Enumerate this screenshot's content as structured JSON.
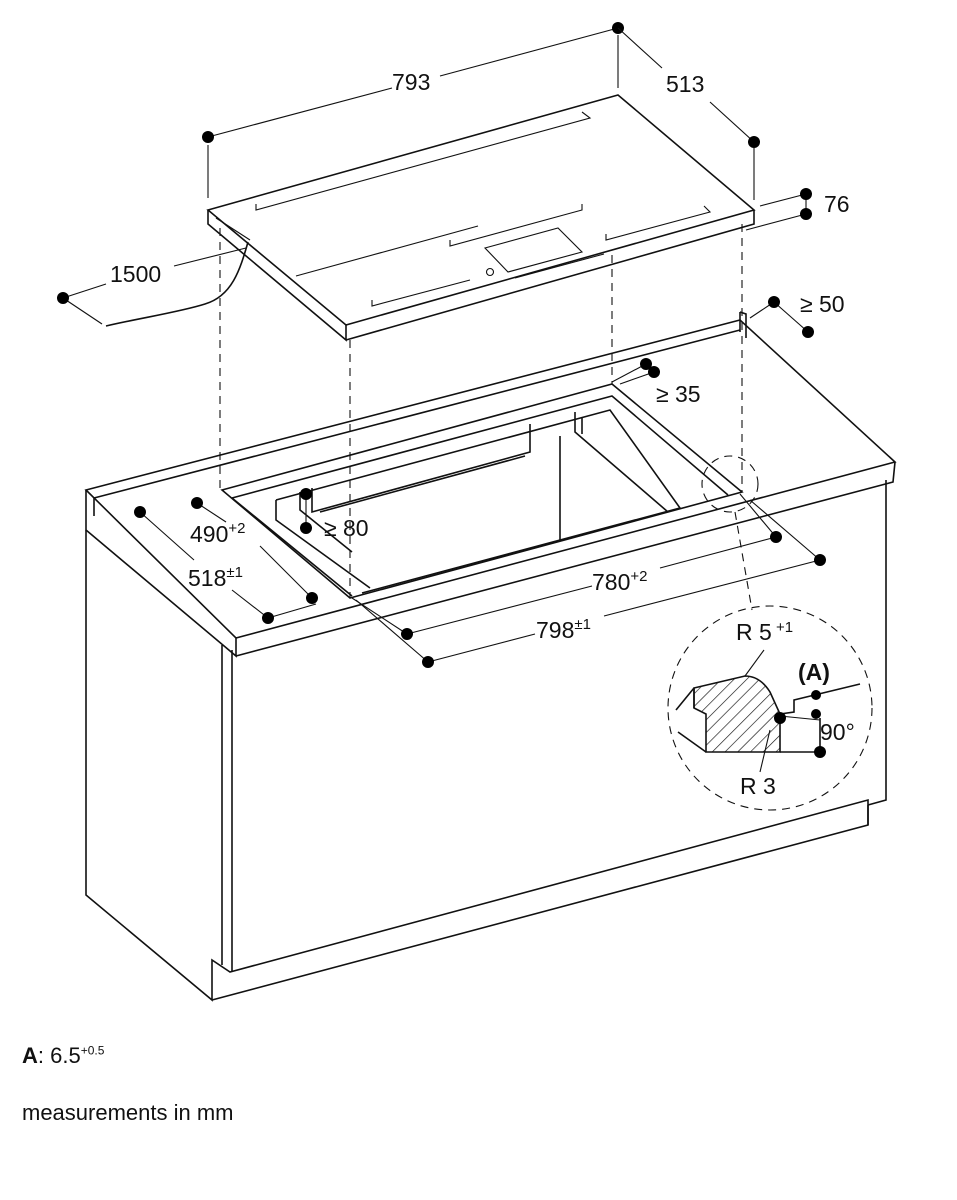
{
  "dimensions": {
    "width": {
      "value": "793"
    },
    "depth": {
      "value": "513"
    },
    "height": {
      "value": "76"
    },
    "cable": {
      "value": "1500"
    },
    "rear_clearance": {
      "value": "≥ 50"
    },
    "rear_edge": {
      "value": "≥ 35"
    },
    "side_clearance": {
      "value": "≥ 80"
    },
    "cutout_depth": {
      "value": "490",
      "tolerance": "+2"
    },
    "recess_depth": {
      "value": "518",
      "tolerance": "±1"
    },
    "cutout_width": {
      "value": "780",
      "tolerance": "+2"
    },
    "recess_width": {
      "value": "798",
      "tolerance": "±1"
    },
    "radius_outer": {
      "value": "R 5",
      "tolerance": " +1"
    },
    "radius_inner": {
      "value": "R 3"
    },
    "detail_label": {
      "value": "(A)"
    },
    "angle": {
      "value": "90°"
    }
  },
  "legend": {
    "a_key": "A",
    "a_sep": ":",
    "a_value": "6.5",
    "a_tolerance": "+0.5",
    "units": "measurements in mm"
  },
  "colors": {
    "line": "#111111",
    "background": "#ffffff"
  }
}
